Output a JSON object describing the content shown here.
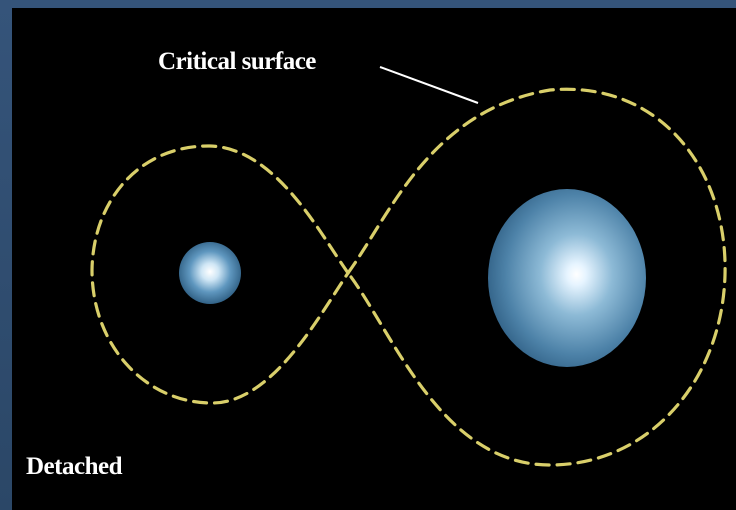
{
  "labels": {
    "critical_surface": "Critical surface",
    "state": "Detached"
  },
  "colors": {
    "background": "#000000",
    "frame": "#2f4b6b",
    "critical_surface_line": "#d9cf6a",
    "star_glow": "#e8f6ff",
    "star_body": "#4e86ad",
    "pointer_line": "#ffffff"
  },
  "objects": [
    {
      "type": "star",
      "role": "small-star"
    },
    {
      "type": "star",
      "role": "large-star"
    },
    {
      "type": "surface",
      "role": "roche-lobe-figure-eight",
      "style": "dashed"
    }
  ]
}
